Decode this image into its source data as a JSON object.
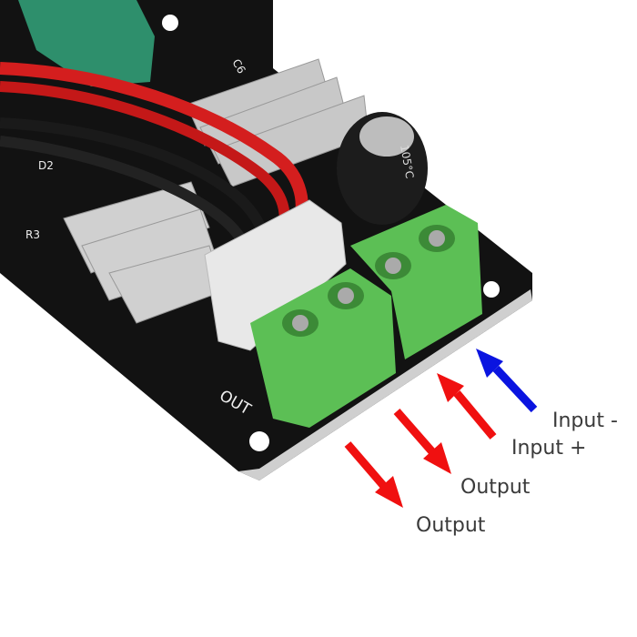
{
  "labels": {
    "input_minus": "Input -",
    "input_plus": "Input +",
    "output_1": "Output",
    "output_2": "Output"
  },
  "silkscreen": {
    "out": "OUT",
    "c6": "C6",
    "d2": "D2",
    "r3": "R3",
    "capacitor": "105°C"
  },
  "colors": {
    "input_minus_arrow": "#0a14e0",
    "input_plus_arrow": "#f01010",
    "output_arrow": "#f01010",
    "terminal": "#5cbf55",
    "board": "#111111"
  }
}
